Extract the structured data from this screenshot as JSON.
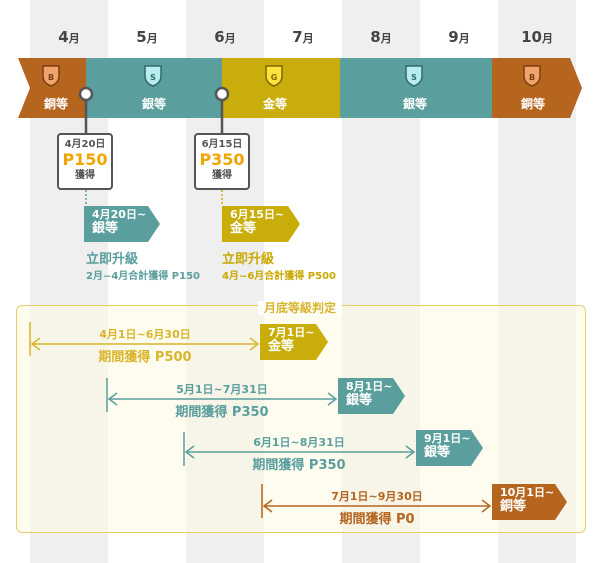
{
  "months": [
    {
      "num": "4",
      "unit": "月"
    },
    {
      "num": "5",
      "unit": "月"
    },
    {
      "num": "6",
      "unit": "月"
    },
    {
      "num": "7",
      "unit": "月"
    },
    {
      "num": "8",
      "unit": "月"
    },
    {
      "num": "9",
      "unit": "月"
    },
    {
      "num": "10",
      "unit": "月"
    }
  ],
  "band": {
    "bronze1": "銅等",
    "silver1": "銀等",
    "gold": "金等",
    "silver2": "銀等",
    "bronze2": "銅等",
    "badge_b": "B",
    "badge_s": "S",
    "badge_g": "G"
  },
  "cards": [
    {
      "date": "4月20日",
      "points": "P150",
      "earn": "獲得"
    },
    {
      "date": "6月15日",
      "points": "P350",
      "earn": "獲得"
    }
  ],
  "upgrades": [
    {
      "date": "4月20日~",
      "rank": "銀等",
      "title": "立即升級",
      "note": "2月~4月合計獲得 P150"
    },
    {
      "date": "6月15日~",
      "rank": "金等",
      "title": "立即升級",
      "note": "4月~6月合計獲得 P500"
    }
  ],
  "judge_title": "月底等級判定",
  "periods": [
    {
      "range": "4月1日~6月30日",
      "earned": "期間獲得 P500",
      "flag_date": "7月1日~",
      "flag_rank": "金等"
    },
    {
      "range": "5月1日~7月31日",
      "earned": "期間獲得 P350",
      "flag_date": "8月1日~",
      "flag_rank": "銀等"
    },
    {
      "range": "6月1日~8月31日",
      "earned": "期間獲得 P350",
      "flag_date": "9月1日~",
      "flag_rank": "銀等"
    },
    {
      "range": "7月1日~9月30日",
      "earned": "期間獲得 P0",
      "flag_date": "10月1日~",
      "flag_rank": "銅等"
    }
  ],
  "colors": {
    "bronze": "#b5651d",
    "silver": "#5a9e9e",
    "gold": "#c8ad0b",
    "gold_text": "#c9a800",
    "period_gold": "#d9b52a"
  }
}
